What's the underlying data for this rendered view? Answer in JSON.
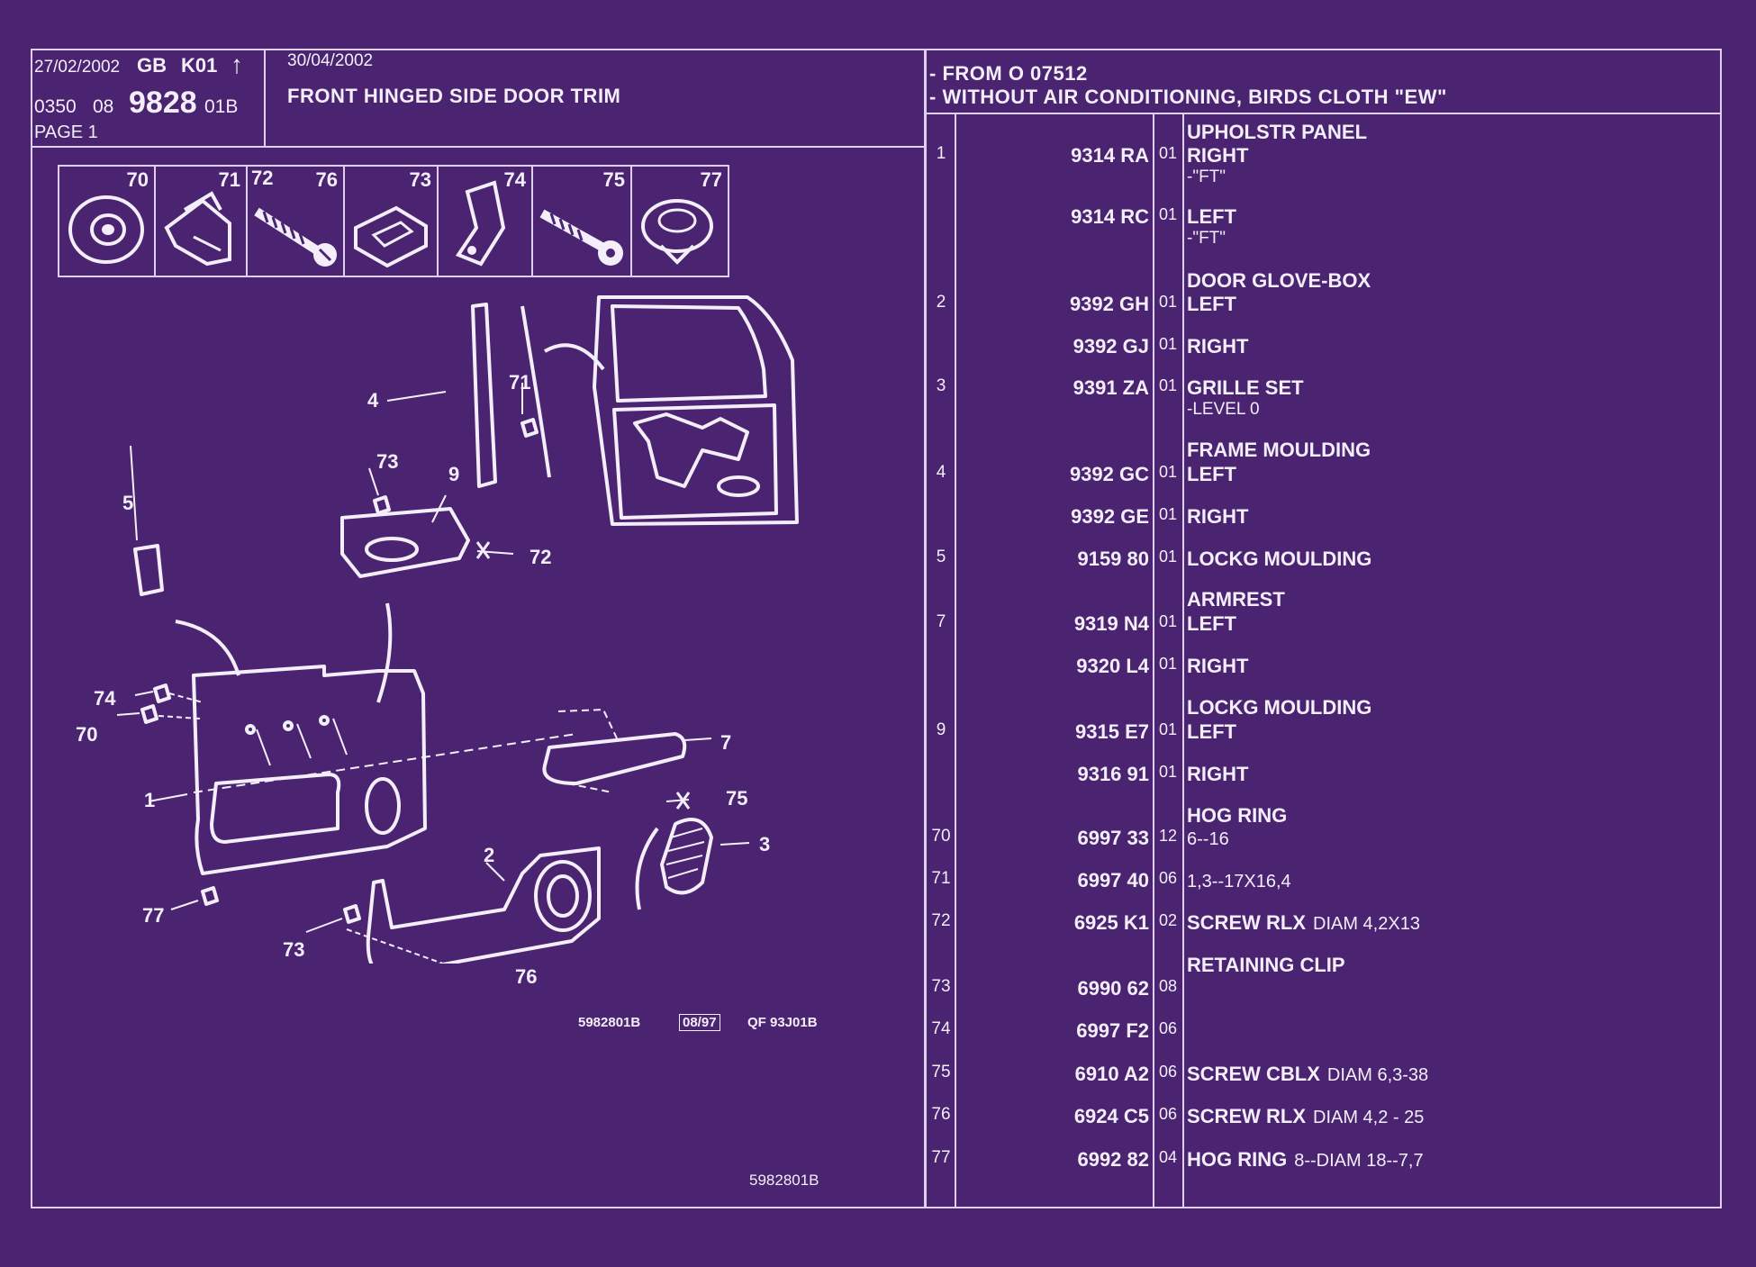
{
  "header": {
    "date_issue": "27/02/2002",
    "lang": "GB",
    "code_k": "K01",
    "arrow": "↑",
    "group_a": "0350",
    "group_b": "08",
    "plate_no": "9828",
    "plate_suffix": "01B",
    "page": "PAGE  1",
    "date_update": "30/04/2002",
    "title": "FRONT HINGED SIDE DOOR TRIM",
    "condition_1": "- FROM  O   07512",
    "condition_2": "- WITHOUT AIR CONDITIONING, BIRDS CLOTH \"EW\""
  },
  "icons": [
    {
      "label": "70",
      "name": "hog-ring-icon"
    },
    {
      "label": "71",
      "name": "clip-icon"
    },
    {
      "label": "72",
      "label2": "76",
      "name": "screw-icon"
    },
    {
      "label": "73",
      "name": "retaining-clip-icon"
    },
    {
      "label": "74",
      "name": "bracket-clip-icon"
    },
    {
      "label": "75",
      "name": "screw-cblx-icon"
    },
    {
      "label": "77",
      "name": "hog-ring-ring-icon"
    }
  ],
  "diagram": {
    "callouts": [
      "4",
      "71",
      "73",
      "9",
      "72",
      "5",
      "74",
      "70",
      "1",
      "7",
      "75",
      "3",
      "2",
      "77",
      "73",
      "76"
    ],
    "footer_ref": "5982801B",
    "footer_date": "08/97",
    "footer_qf": "QF 93J01B",
    "bottom_ref": "5982801B"
  },
  "parts": {
    "group_titles": {
      "upholstr": "UPHOLSTR PANEL",
      "glove": "DOOR GLOVE-BOX",
      "frame": "FRAME MOULDING",
      "armrest": "ARMREST",
      "lockg": "LOCKG MOULDING",
      "hog": "HOG RING",
      "retaining": "RETAINING CLIP"
    },
    "rows": [
      {
        "idx": "1",
        "ref": "9314 RA",
        "qty": "01",
        "desc": "RIGHT",
        "extra": "-\"FT\""
      },
      {
        "idx": "",
        "ref": "9314 RC",
        "qty": "01",
        "desc": "LEFT",
        "extra": "-\"FT\""
      },
      {
        "idx": "2",
        "ref": "9392 GH",
        "qty": "01",
        "desc": "LEFT",
        "extra": ""
      },
      {
        "idx": "",
        "ref": "9392 GJ",
        "qty": "01",
        "desc": "RIGHT",
        "extra": ""
      },
      {
        "idx": "3",
        "ref": "9391 ZA",
        "qty": "01",
        "desc": "GRILLE SET",
        "extra": "-LEVEL 0"
      },
      {
        "idx": "4",
        "ref": "9392 GC",
        "qty": "01",
        "desc": "LEFT",
        "extra": ""
      },
      {
        "idx": "",
        "ref": "9392 GE",
        "qty": "01",
        "desc": "RIGHT",
        "extra": ""
      },
      {
        "idx": "5",
        "ref": "9159 80",
        "qty": "01",
        "desc": "LOCKG MOULDING",
        "extra": ""
      },
      {
        "idx": "7",
        "ref": "9319 N4",
        "qty": "01",
        "desc": "LEFT",
        "extra": ""
      },
      {
        "idx": "",
        "ref": "9320 L4",
        "qty": "01",
        "desc": "RIGHT",
        "extra": ""
      },
      {
        "idx": "9",
        "ref": "9315 E7",
        "qty": "01",
        "desc": "LEFT",
        "extra": ""
      },
      {
        "idx": "",
        "ref": "9316 91",
        "qty": "01",
        "desc": "RIGHT",
        "extra": ""
      },
      {
        "idx": "70",
        "ref": "6997 33",
        "qty": "12",
        "desc": "",
        "sub": "6--16",
        "extra": ""
      },
      {
        "idx": "71",
        "ref": "6997 40",
        "qty": "06",
        "desc": "",
        "sub": "1,3--17X16,4",
        "extra": ""
      },
      {
        "idx": "72",
        "ref": "6925 K1",
        "qty": "02",
        "desc": "SCREW RLX",
        "sub": "DIAM 4,2X13",
        "extra": ""
      },
      {
        "idx": "73",
        "ref": "6990 62",
        "qty": "08",
        "desc": "",
        "extra": ""
      },
      {
        "idx": "74",
        "ref": "6997 F2",
        "qty": "06",
        "desc": "",
        "extra": ""
      },
      {
        "idx": "75",
        "ref": "6910 A2",
        "qty": "06",
        "desc": "SCREW CBLX",
        "sub": "DIAM 6,3-38",
        "extra": ""
      },
      {
        "idx": "76",
        "ref": "6924 C5",
        "qty": "06",
        "desc": "SCREW RLX",
        "sub": "DIAM 4,2 - 25",
        "extra": ""
      },
      {
        "idx": "77",
        "ref": "6992 82",
        "qty": "04",
        "desc": "HOG RING",
        "sub": "8--DIAM 18--7,7",
        "extra": ""
      }
    ]
  }
}
